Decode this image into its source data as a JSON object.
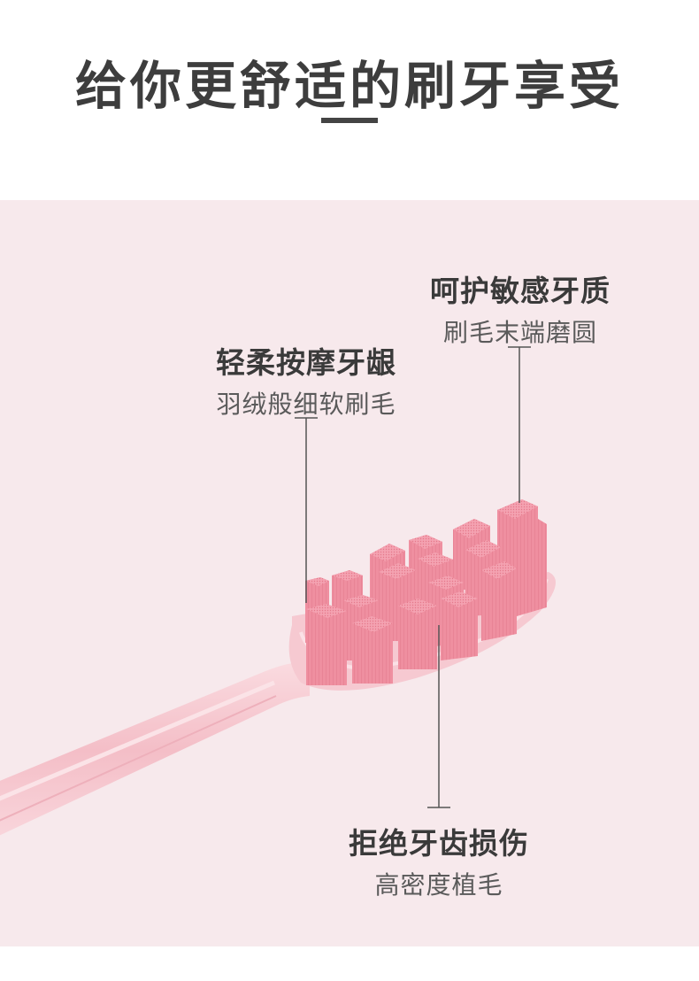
{
  "title": "给你更舒适的刷牙享受",
  "colors": {
    "panel_background": "#f7e9ec",
    "bristle_pink": "#ee8e9e",
    "handle_pink": "#f6c5cd",
    "text_dark": "#3d3d3d"
  },
  "features": {
    "gum": {
      "heading": "轻柔按摩牙龈",
      "sub": "羽绒般细软刷毛"
    },
    "sensitive": {
      "heading": "呵护敏感牙质",
      "sub": "刷毛末端磨圆"
    },
    "protect": {
      "heading": "拒绝牙齿损伤",
      "sub": "高密度植毛"
    }
  }
}
